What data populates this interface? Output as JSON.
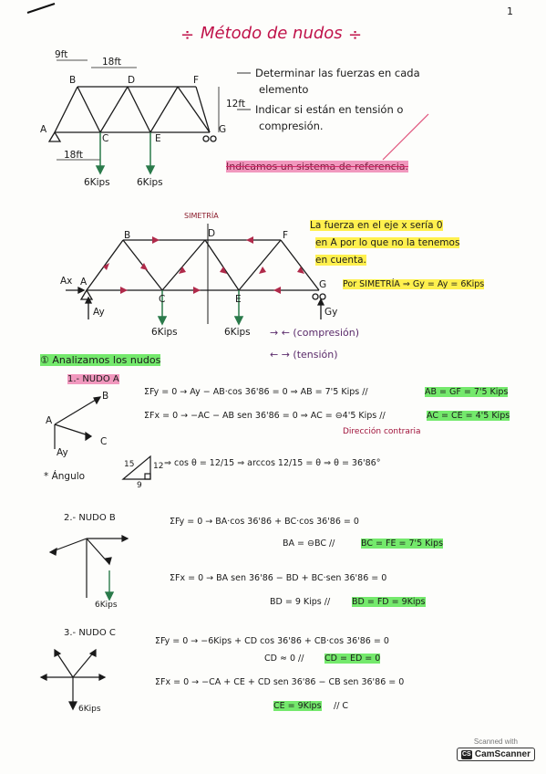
{
  "page": {
    "number": "1",
    "title": "Método de nudos",
    "title_decor_left": "÷",
    "title_decor_right": "÷"
  },
  "problem": {
    "dim_9": "9ft",
    "dim_18": "18ft",
    "dim_12": "12ft",
    "dim_18b": "18ft",
    "node_labels": [
      "A",
      "B",
      "C",
      "D",
      "E",
      "F",
      "G"
    ],
    "load1": "6Kips",
    "load2": "6Kips",
    "objective_1a": "Determinar las fuerzas en cada",
    "objective_1b": "elemento",
    "objective_2a": "Indicar si están en tensión o",
    "objective_2b": "compresión.",
    "reference_note": "Indicamos un sistema de referencia."
  },
  "symmetry": {
    "label": "SIMETRÍA",
    "note_1": "La fuerza en el eje x sería 0",
    "note_2": "en A por lo que no la tenemos",
    "note_3": "en cuenta.",
    "note_sym": "Por SIMETRÍA ⇒ Gy = Ay = 6Kips",
    "ax": "Ax",
    "ay": "Ay",
    "gy": "Gy",
    "load1": "6Kips",
    "load2": "6Kips",
    "legend_comp": "→ ← (compresión)",
    "legend_tens": "← → (tensión)"
  },
  "analysis": {
    "header": "① Analizamos los nudos",
    "nodeA": {
      "title": "1.- NUDO A",
      "eq1": "ΣFy = 0 → Ay − AB·cos 36'86 = 0 ⇒ AB = 7'5 Kips //",
      "res1": "AB = GF = 7'5 Kips",
      "eq2": "ΣFx = 0 → −AC − AB sen 36'86 = 0 ⇒ AC = ⊖4'5 Kips //",
      "res2": "AC = CE = 4'5 Kips",
      "note": "Dirección contraria",
      "angle_label": "* Ángulo",
      "tri_15": "15",
      "tri_12": "12",
      "tri_9": "9",
      "angle_eq": "⇒ cos θ = 12/15 ⇒ arccos 12/15 = θ ⇒ θ = 36'86°"
    },
    "nodeB": {
      "title": "2.- NUDO B",
      "eq1": "ΣFy = 0 → BA·cos 36'86 + BC·cos 36'86 = 0",
      "eq1b": "BA = ⊖BC //",
      "res1": "BC = FE = 7'5 Kips",
      "eq2": "ΣFx = 0 → BA sen 36'86 − BD + BC·sen 36'86 = 0",
      "eq2b": "BD = 9 Kips //",
      "res2": "BD = FD = 9Kips",
      "load": "6Kips"
    },
    "nodeC": {
      "title": "3.- NUDO C",
      "eq1": "ΣFy = 0 → −6Kips + CD cos 36'86 + CB·cos 36'86 = 0",
      "eq1b": "CD ≈ 0 //",
      "res1": "CD = ED = 0",
      "eq2": "ΣFx = 0 → −CA + CE + CD sen 36'86 − CB sen 36'86 = 0",
      "res2": "CE = 9Kips",
      "res2b": "// C",
      "load": "6Kips"
    }
  },
  "footer": {
    "scanned": "Scanned with",
    "brand": "CamScanner",
    "logo": "CS"
  }
}
